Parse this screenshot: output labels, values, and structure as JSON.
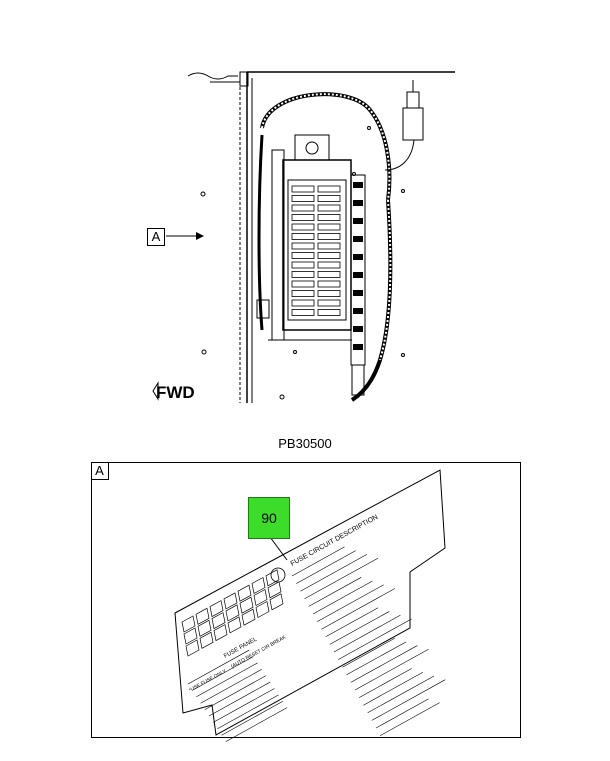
{
  "figure": {
    "code": "PB30500",
    "detail_ref": "A",
    "direction_label": "FWD",
    "callout": "90",
    "callout_color": "#3bdc2a"
  },
  "decal": {
    "heading": "FUSE CIRCUIT DESCRIPTION",
    "panel_title": "FUSE PANEL",
    "notes": [
      "*USE FUSE ONLY",
      "(AUTO RESET CIR BREAK"
    ]
  }
}
